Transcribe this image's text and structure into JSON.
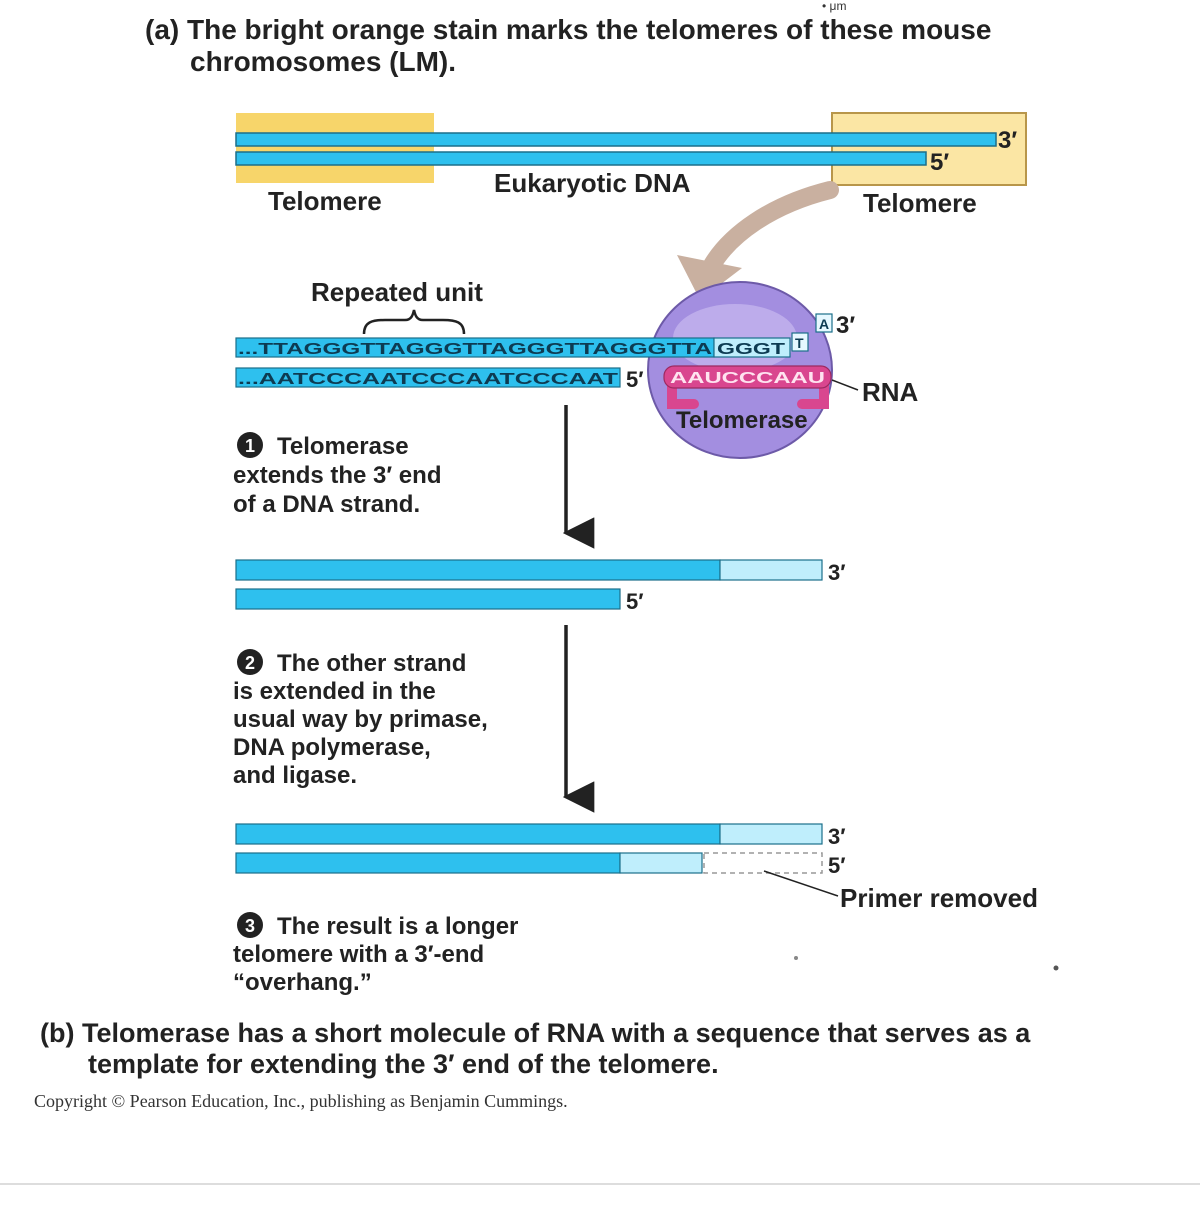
{
  "header": {
    "top_mark": "• μm",
    "caption_a_line1": "(a) The bright orange stain marks the telomeres of these mouse",
    "caption_a_line2": "chromosomes (LM)."
  },
  "colors": {
    "dna_blue": "#2ec0ee",
    "dna_light": "#bfeefc",
    "telomere_fill": "#fbe6a4",
    "telomere_strip": "#f7d56a",
    "telomerase_body": "#a38ee0",
    "rna_pink": "#d9468f",
    "arrow_tan": "#c9b0a0",
    "text": "#222222"
  },
  "top_dna": {
    "label_left_telomere": "Telomere",
    "label_middle": "Eukaryotic DNA",
    "label_right_telomere": "Telomere",
    "end_3": "3′",
    "end_5": "5′"
  },
  "sequence_panel": {
    "repeated_unit_label": "Repeated unit",
    "top_strand": "...TTAGGGTTAGGGTTAGGGTTAGGGTTA",
    "top_strand_extension": "GGGT",
    "new_nucleotides": [
      "T",
      "A"
    ],
    "bottom_strand": "...AATCCCAATCCCAATCCCAAT",
    "end_3": "3′",
    "end_5": "5′",
    "rna_template": "AAUCCCAAU",
    "rna_label": "RNA",
    "enzyme_label": "Telomerase"
  },
  "steps": [
    {
      "num": "1",
      "lines": [
        "Telomerase",
        "extends the 3′ end",
        "of a DNA strand."
      ]
    },
    {
      "num": "2",
      "lines": [
        "The other strand",
        "is extended in the",
        "usual way by primase,",
        "DNA polymerase,",
        "and ligase."
      ]
    },
    {
      "num": "3",
      "lines": [
        "The result is a longer",
        "telomere with a 3′-end",
        "“overhang.”"
      ]
    }
  ],
  "result_panels": {
    "p1_end_3": "3′",
    "p1_end_5": "5′",
    "p2_end_3": "3′",
    "p2_end_5": "5′",
    "primer_removed": "Primer removed"
  },
  "footer": {
    "caption_b_line1": "(b) Telomerase has a short molecule of RNA with a sequence that serves as a",
    "caption_b_line2": "template for extending the 3′ end of the telomere.",
    "copyright": "Copyright © Pearson Education, Inc., publishing as Benjamin Cummings."
  }
}
